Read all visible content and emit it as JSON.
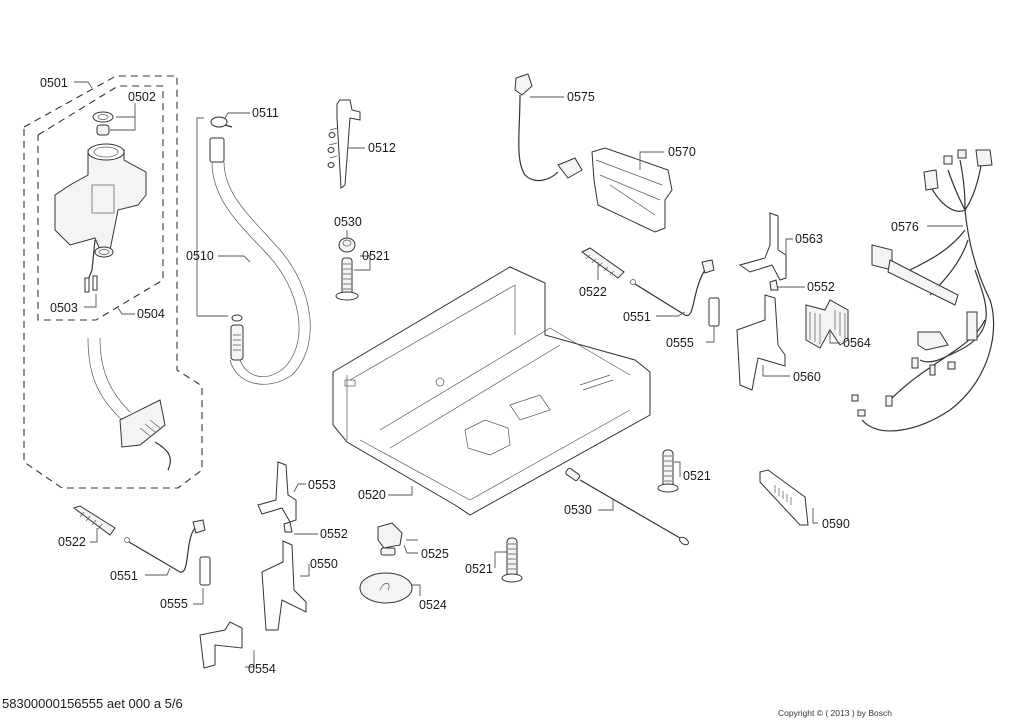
{
  "document": {
    "doc_id": "58300000156555 aet 000 a 5/6",
    "copyright": "Copyright © ( 2013 ) by Bosch"
  },
  "parts": {
    "p0501": "0501",
    "p0502": "0502",
    "p0503": "0503",
    "p0504": "0504",
    "p0510": "0510",
    "p0511": "0511",
    "p0512": "0512",
    "p0520": "0520",
    "p0521": "0521",
    "p0522": "0522",
    "p0524": "0524",
    "p0525": "0525",
    "p0530": "0530",
    "p0550": "0550",
    "p0551": "0551",
    "p0552": "0552",
    "p0553": "0553",
    "p0554": "0554",
    "p0555": "0555",
    "p0560": "0560",
    "p0563": "0563",
    "p0564": "0564",
    "p0570": "0570",
    "p0575": "0575",
    "p0576": "0576",
    "p0590": "0590"
  }
}
